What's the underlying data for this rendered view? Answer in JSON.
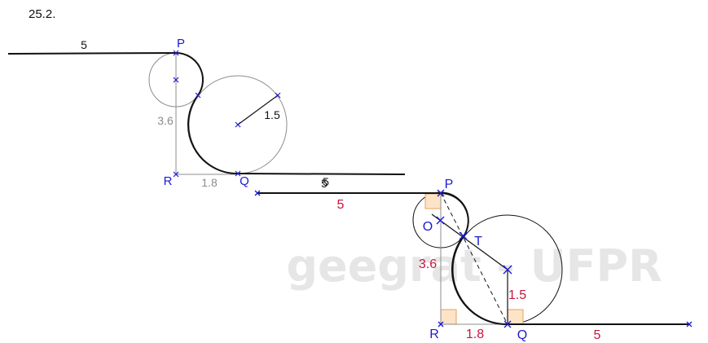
{
  "heading": "25.2.",
  "watermark": "geegrat - UFPR",
  "colors": {
    "blue": "#1a1ad6",
    "red": "#c8143c",
    "gray": "#8c8c8c",
    "black": "#111111",
    "orange_fill": "#fde3c8",
    "orange_stroke": "#e8a05a"
  },
  "figure1": {
    "top_segment": "5",
    "point_p": "P",
    "height_label": "3.6",
    "point_r": "R",
    "base_label": "1.8",
    "point_q": "Q",
    "bottom_segment": "5",
    "radius_label": "1.5"
  },
  "figure2": {
    "top_segment_top": "5",
    "top_segment_bottom": "5",
    "point_p": "P",
    "point_o": "O",
    "point_t": "T",
    "height_label": "3.6",
    "radius_label": "1.5",
    "point_r": "R",
    "base_label": "1.8",
    "point_q": "Q",
    "bottom_segment": "5"
  }
}
